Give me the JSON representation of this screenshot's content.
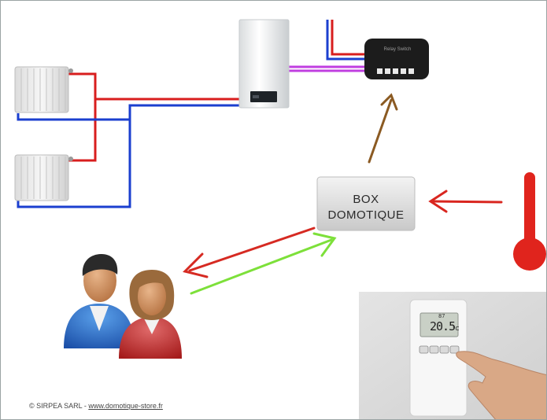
{
  "box": {
    "line1": "BOX",
    "line2": "DOMOTIQUE"
  },
  "relay": {
    "label": "Relay Switch"
  },
  "thermostat": {
    "top_reading": "87",
    "temperature": "20.5",
    "unit": "°C"
  },
  "footer": {
    "prefix": "© SIRPEA SARL - ",
    "link": "www.domotique-store.fr"
  },
  "colors": {
    "hot_pipe": "#d81e1e",
    "cold_pipe": "#1b3fcf",
    "signal_wire": "#c03fe0",
    "arrow_to_relay": "#8b5a22",
    "arrow_from_box": "#d62a22",
    "arrow_to_box": "#7de03a",
    "arrow_from_sensor": "#d9261f",
    "thermometer": "#e0241d"
  }
}
